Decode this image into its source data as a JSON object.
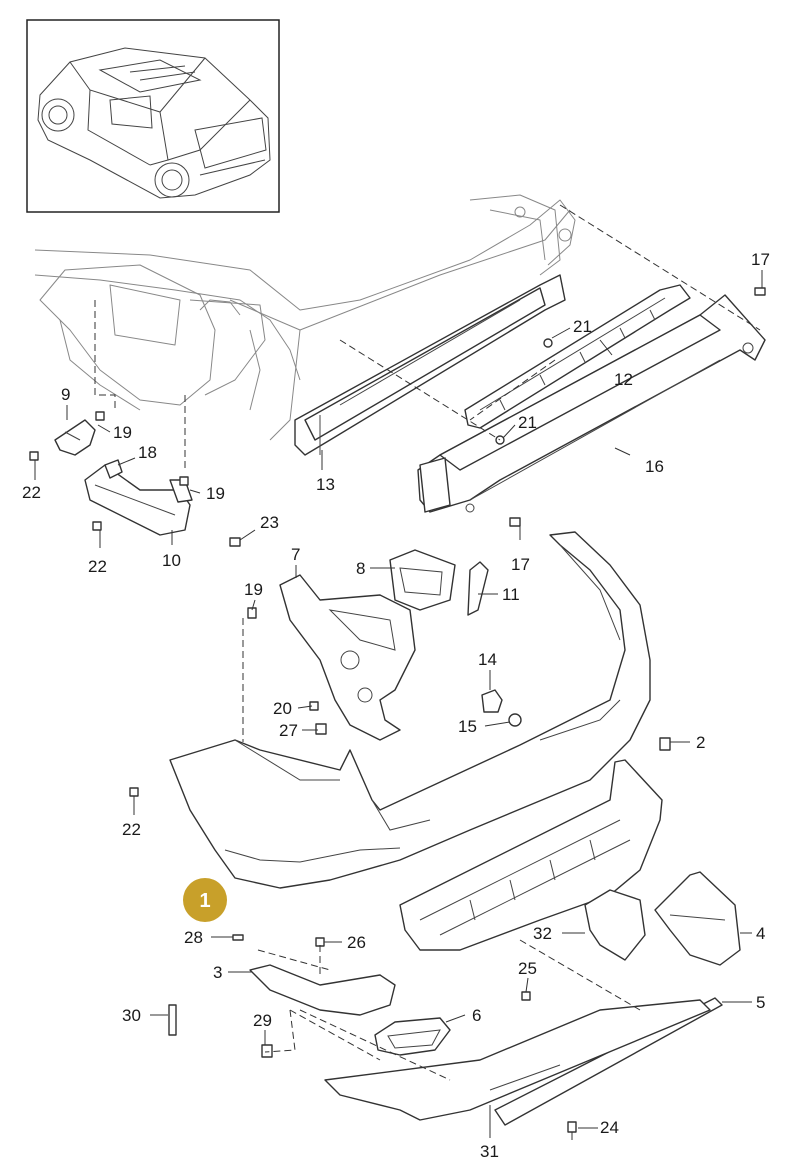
{
  "callout": {
    "number": "1",
    "color": "#c8a02a"
  },
  "labels": [
    "2",
    "3",
    "4",
    "5",
    "6",
    "7",
    "8",
    "9",
    "10",
    "11",
    "12",
    "13",
    "14",
    "15",
    "16",
    "17",
    "17",
    "18",
    "19",
    "19",
    "19",
    "20",
    "21",
    "21",
    "22",
    "22",
    "22",
    "23",
    "24",
    "25",
    "26",
    "27",
    "28",
    "29",
    "30",
    "31",
    "32"
  ]
}
